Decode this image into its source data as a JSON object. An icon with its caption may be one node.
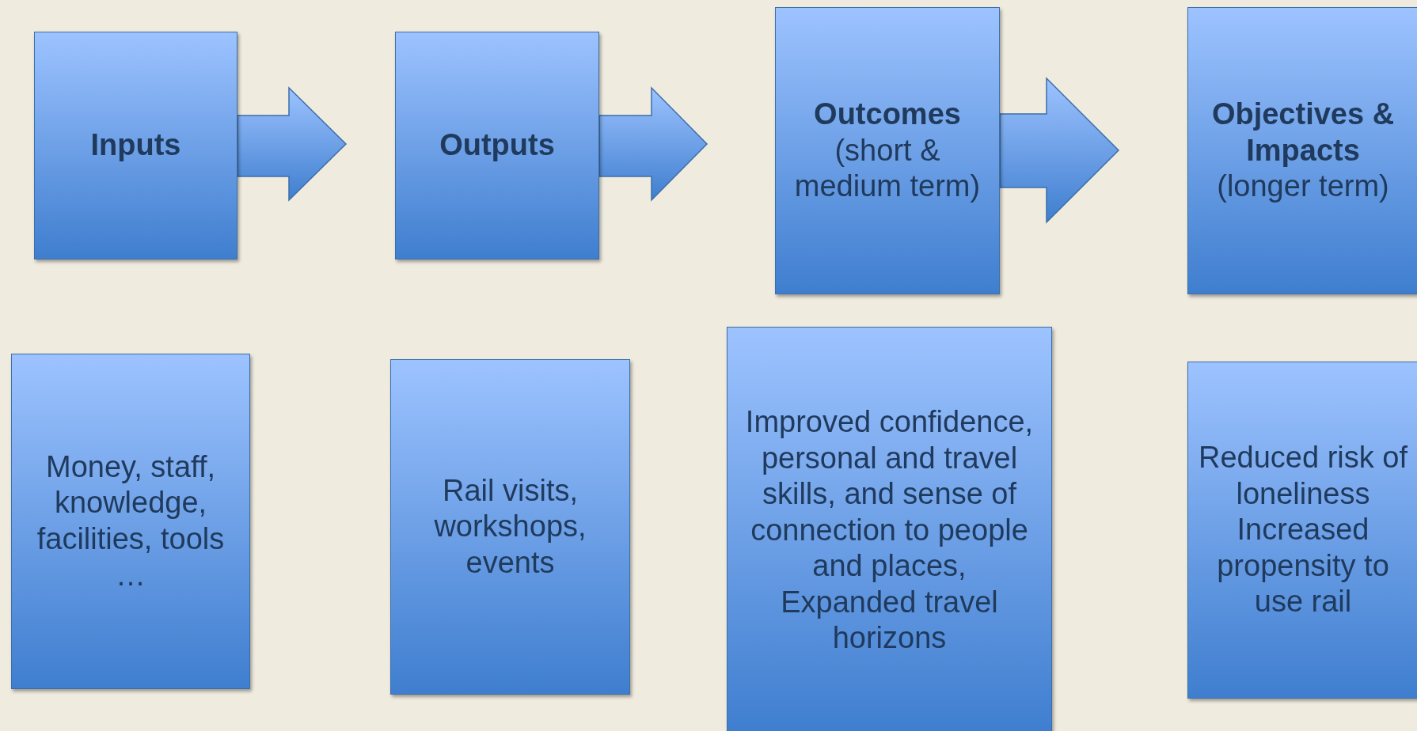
{
  "diagram": {
    "nodes": [
      {
        "text": [
          "Inputs"
        ]
      },
      {
        "text": [
          "Outputs"
        ]
      },
      {
        "text": [
          "Outcomes",
          "(short & medium term)"
        ]
      },
      {
        "text": [
          "Objectives & Impacts",
          "(longer term)"
        ]
      },
      {
        "text": [
          "Money, staff, knowledge, facilities, tools …"
        ]
      },
      {
        "text": [
          "Rail visits, workshops, events"
        ]
      },
      {
        "text": [
          "Improved confidence, personal and travel skills, and sense of connection to people and places,",
          "Expanded travel horizons"
        ]
      },
      {
        "text": [
          "Reduced risk of loneliness",
          "Increased propensity to use rail"
        ]
      }
    ],
    "edges": [
      {
        "from": 0,
        "to": 1,
        "arrow": "to"
      },
      {
        "from": 1,
        "to": 2,
        "arrow": "to"
      },
      {
        "from": 2,
        "to": 3,
        "arrow": "to"
      }
    ]
  }
}
